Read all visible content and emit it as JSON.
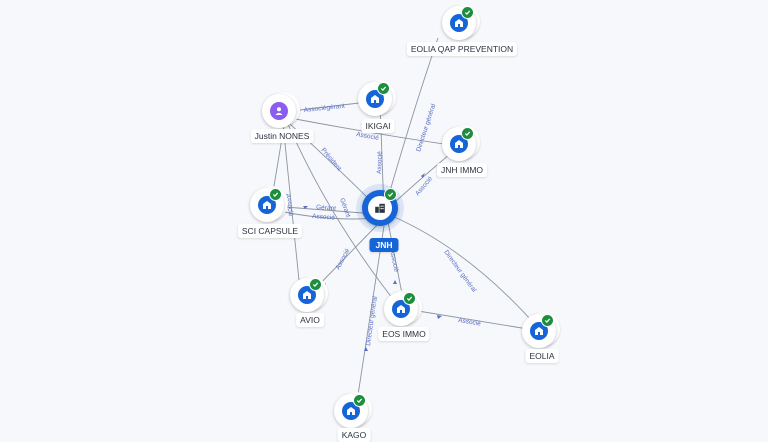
{
  "graph": {
    "center_label": "JNH",
    "nodes": {
      "eolia_qap": "EOLIA QAP PREVENTION",
      "ikigai": "IKIGAI",
      "justin": "Justin NONES",
      "jnh_immo": "JNH IMMO",
      "sci_capsule": "SCI CAPSULE",
      "avio": "AVIO",
      "eos_immo": "EOS IMMO",
      "eolia": "EOLIA",
      "bottom": "KAGO"
    },
    "edges": {
      "dg_eolia_qap": "Directeur général",
      "associe_ikigai": "Associé",
      "associe_jnh_immo": "Associé",
      "associegerant": "Associégérant",
      "president": "Président",
      "gerant": "Gérant",
      "associe_sci": "Associé",
      "associe_avio": "Associé",
      "associe_eos": "Associé",
      "dg_eolia": "Directeur général",
      "associe_eolia": "Associé",
      "dg_bottom": "Directeur général",
      "gerant_sci": "Gérant",
      "associe_sci2": "Associé",
      "associe_ikigai2": "Associé"
    }
  }
}
